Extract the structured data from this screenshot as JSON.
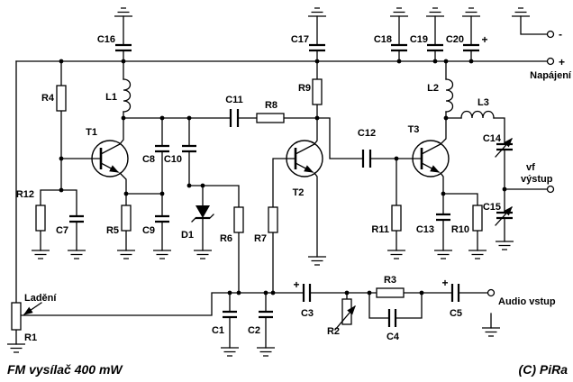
{
  "texts": {
    "title": "FM vysílač 400 mW",
    "copyright": "(C) PiRa",
    "napajeni": "Napájení",
    "ladeni": "Ladění",
    "audio_vstup": "Audio vstup",
    "vf_line1": "vf",
    "vf_line2": "výstup",
    "plus": "+",
    "minus": "-"
  },
  "components": {
    "r1": "R1",
    "r2": "R2",
    "r3": "R3",
    "r4": "R4",
    "r5": "R5",
    "r6": "R6",
    "r7": "R7",
    "r8": "R8",
    "r9": "R9",
    "r10": "R10",
    "r11": "R11",
    "r12": "R12",
    "c1": "C1",
    "c2": "C2",
    "c3": "C3",
    "c4": "C4",
    "c5": "C5",
    "c7": "C7",
    "c8": "C8",
    "c9": "C9",
    "c10": "C10",
    "c11": "C11",
    "c12": "C12",
    "c13": "C13",
    "c14": "C14",
    "c15": "C15",
    "c16": "C16",
    "c17": "C17",
    "c18": "C18",
    "c19": "C19",
    "c20": "C20",
    "l1": "L1",
    "l2": "L2",
    "l3": "L3",
    "t1": "T1",
    "t2": "T2",
    "t3": "T3",
    "d1": "D1"
  },
  "colors": {
    "wire": "#000000",
    "feed_line": "#7a7a7a",
    "background": "#ffffff"
  }
}
